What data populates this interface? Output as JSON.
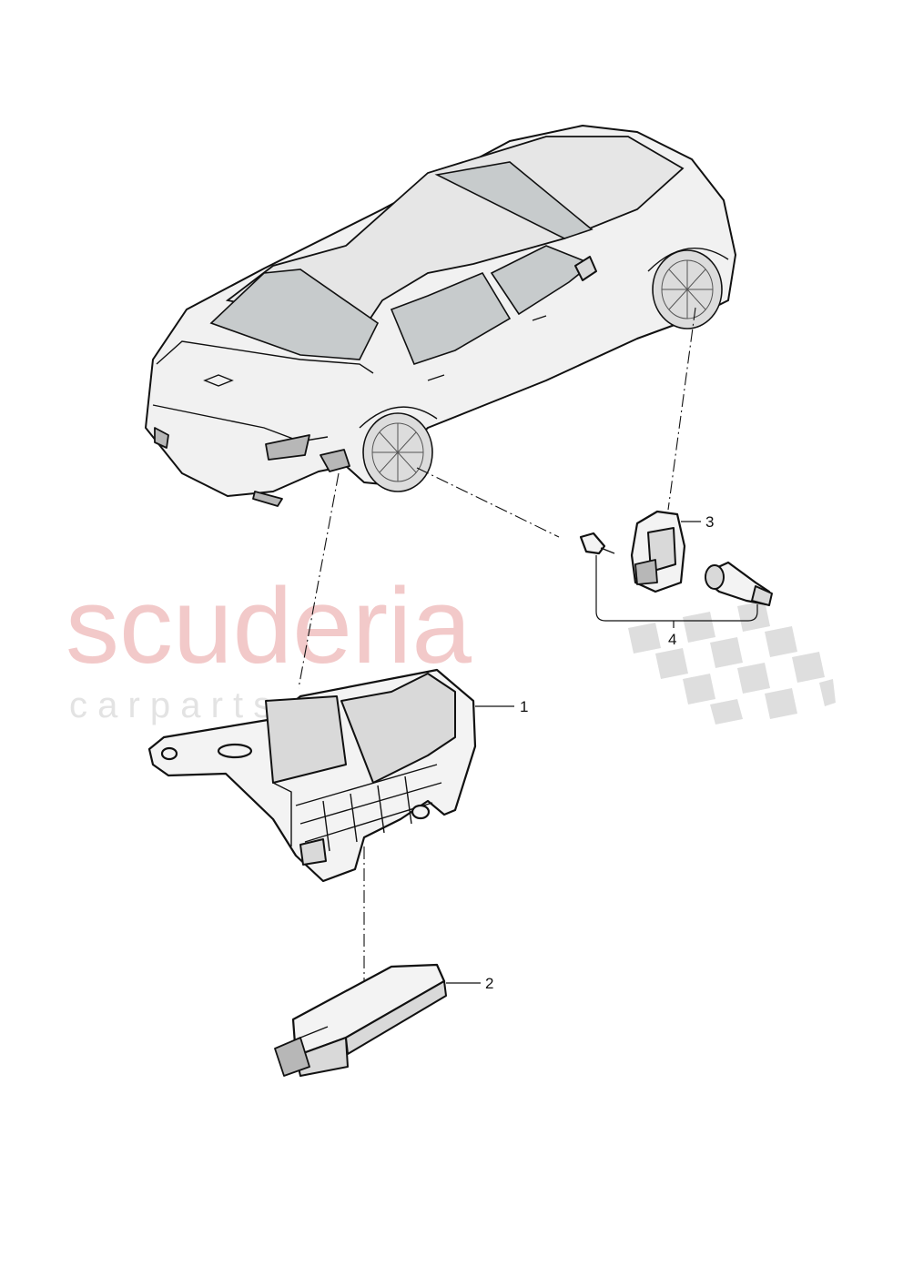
{
  "watermark": {
    "brand": "scuderia",
    "subtitle": "c a r   p a r t s"
  },
  "callouts": [
    {
      "id": "1",
      "label": "1"
    },
    {
      "id": "2",
      "label": "2"
    },
    {
      "id": "3",
      "label": "3"
    },
    {
      "id": "4",
      "label": "4"
    }
  ]
}
